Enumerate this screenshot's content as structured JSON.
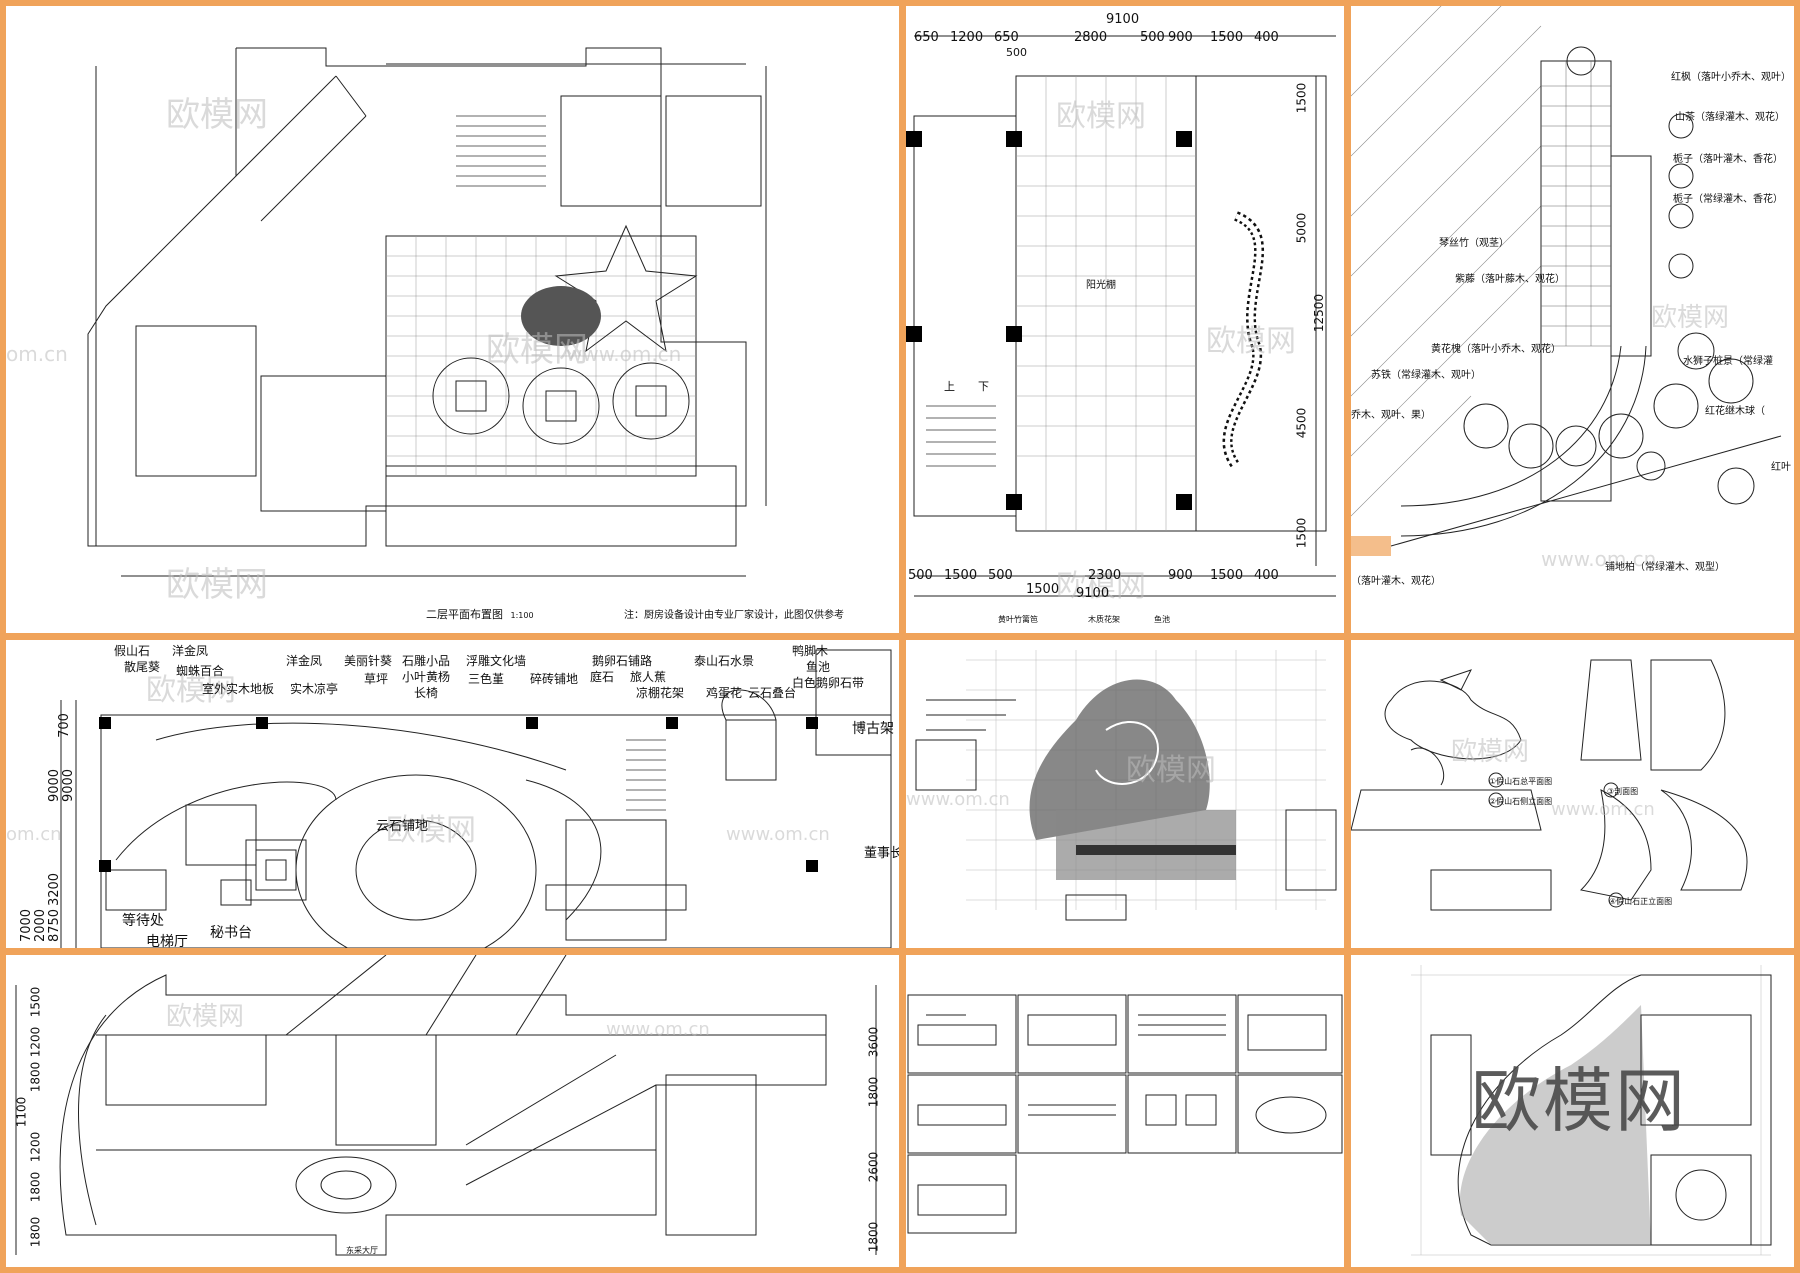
{
  "watermark": {
    "cn": "欧模网",
    "url": "www.om.cn",
    "big": "欧模网"
  },
  "panel1": {
    "title": "二层平面布置图",
    "scale": "1:100",
    "note": "注：厨房设备设计由专业厂家设计，此图仅供参考"
  },
  "panel2": {
    "dims_top": [
      "650",
      "1200",
      "650",
      "2800",
      "500",
      "900",
      "1500",
      "400"
    ],
    "dim_total_top": "9100",
    "dim_sub": "500",
    "dims_bottom": [
      "500",
      "1500",
      "500",
      "2300",
      "900",
      "1500",
      "400"
    ],
    "dim_total_bottom": "9100",
    "dim_bottom_left": "1500",
    "dims_right": [
      "1500",
      "5000",
      "12500",
      "4500",
      "1500"
    ],
    "room_label": "阳光棚",
    "stair_labels": [
      "上",
      "下"
    ],
    "bottom_notes": [
      "黄叶竹篱笆",
      "木质花架",
      "鱼池"
    ]
  },
  "panel3": {
    "plants": [
      "红枫（落叶小乔木、观叶）",
      "山茶（落绿灌木、观花）",
      "栀子（落叶灌木、香花）",
      "栀子（常绿灌木、香花）",
      "琴丝竹（观茎）",
      "紫藤（落叶藤木、观花）",
      "黄花槐（落叶小乔木、观花）",
      "苏铁（常绿灌木、观叶）",
      "乔木、观叶、果）",
      "水狮子桩景（常绿灌",
      "红花继木球（",
      "红叶",
      "铺地柏（常绿灌木、观型）",
      "（落叶灌木、观花）"
    ]
  },
  "panel4": {
    "top_labels": [
      "假山石",
      "洋金凤",
      "散尾葵",
      "蜘蛛百合",
      "室外实木地板",
      "洋金凤",
      "实木凉亭",
      "美丽针葵",
      "草坪",
      "石雕小品",
      "小叶黄杨",
      "长椅",
      "浮雕文化墙",
      "三色堇",
      "碎砖铺地",
      "鹅卵石铺路",
      "庭石",
      "旅人蕉",
      "凉棚花架",
      "泰山石水景",
      "鸡蛋花",
      "云石叠台",
      "鸭脚木",
      "鱼池",
      "白色鹅卵石带",
      "博古架"
    ],
    "center_label": "云石铺地",
    "left_dims": [
      "700",
      "9000",
      "9000",
      "3200",
      "2000",
      "7000",
      "8750"
    ],
    "bottom_labels": [
      "等待处",
      "秘书台",
      "电梯厅"
    ],
    "right_label": "董事长室"
  },
  "panel6": {
    "captions": [
      "①假山石总平面图",
      "②假山石侧立面图",
      "③剖面图",
      "④假山石正立面图"
    ]
  },
  "panel7": {
    "left_dims": [
      "1500",
      "1200",
      "1800",
      "1100",
      "1200",
      "1800",
      "1800"
    ],
    "right_dims": [
      "3600",
      "1800",
      "2600",
      "1800"
    ],
    "bottom_label": "东采大厅"
  }
}
